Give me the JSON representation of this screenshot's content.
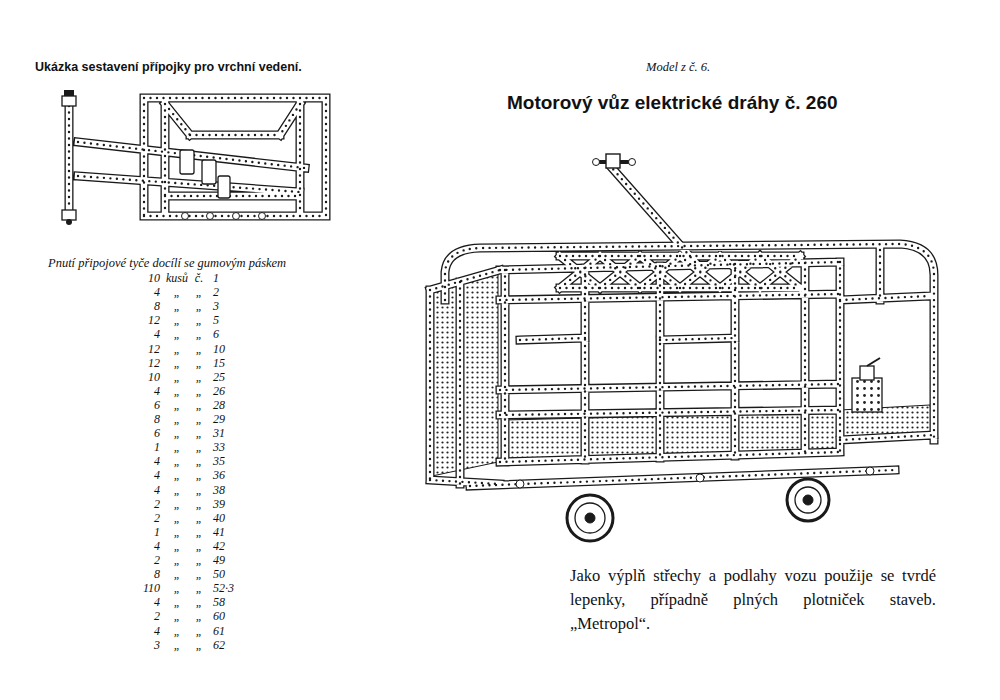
{
  "diagram": {
    "title": "Motorový vůz elektrické dráhy č. 260",
    "caption": "Jako výplň střechy a podlahy vozu použije se tvrdé lepenky, případně plných plotniček staveb. „Metropol“.",
    "labels": [
      "Ukázka sestavení přípojky pro vrchní vedení.",
      "Model z č. 6.",
      "Pnutí připojové tyče docílí se gumovým páskem",
      "10",
      "kusů",
      "č.",
      "1",
      "4",
      "„",
      "„",
      "2",
      "8",
      "„",
      "„",
      "3",
      "12",
      "„",
      "„",
      "5",
      "4",
      "„",
      "„",
      "6",
      "12",
      "„",
      "„",
      "10",
      "12",
      "„",
      "„",
      "15",
      "10",
      "„",
      "„",
      "25",
      "4",
      "„",
      "„",
      "26",
      "6",
      "„",
      "„",
      "28",
      "8",
      "„",
      "„",
      "29",
      "6",
      "„",
      "„",
      "31",
      "1",
      "„",
      "„",
      "33",
      "4",
      "„",
      "„",
      "35",
      "4",
      "„",
      "„",
      "36",
      "4",
      "„",
      "„",
      "38",
      "2",
      "„",
      "„",
      "39",
      "2",
      "„",
      "„",
      "40",
      "1",
      "„",
      "„",
      "41",
      "4",
      "„",
      "„",
      "42",
      "2",
      "„",
      "„",
      "49",
      "8",
      "„",
      "„",
      "50",
      "110",
      "„",
      "„",
      "52·3",
      "4",
      "„",
      "„",
      "58",
      "2",
      "„",
      "„",
      "60",
      "4",
      "„",
      "„",
      "61",
      "3",
      "„",
      "„",
      "62"
    ]
  }
}
